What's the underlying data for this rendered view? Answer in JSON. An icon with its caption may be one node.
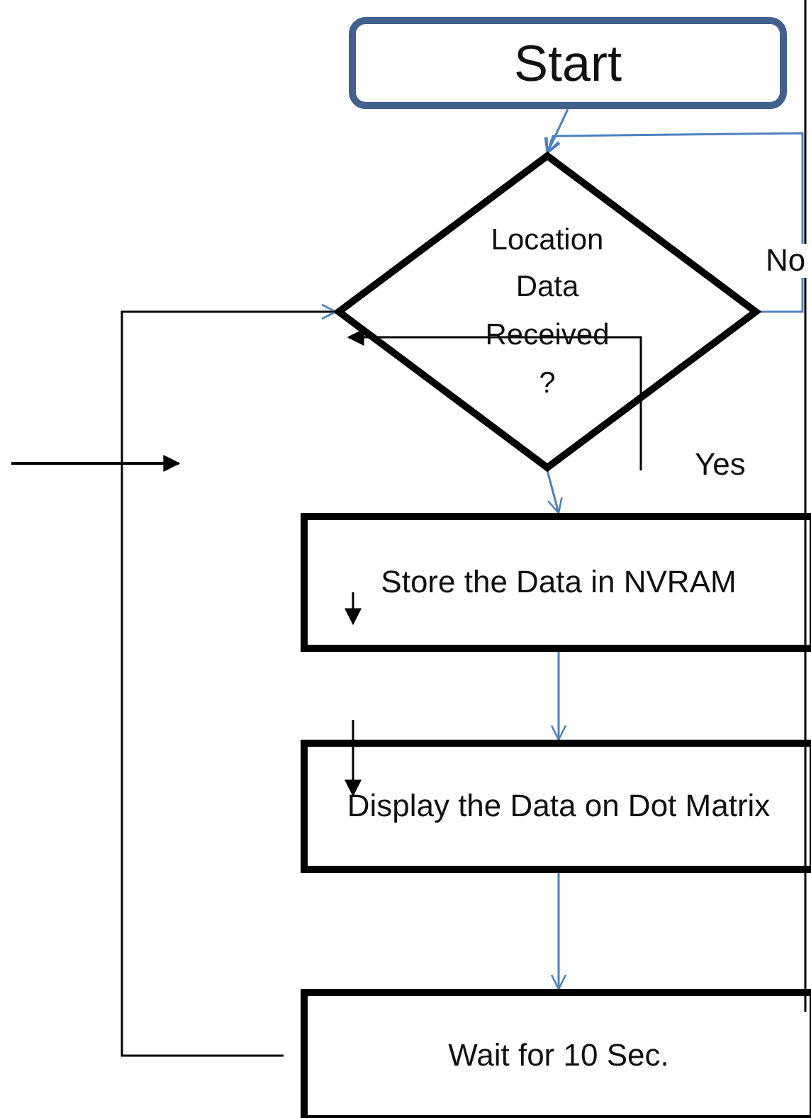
{
  "diagram": {
    "nodes": [
      {
        "text": [
          "Start"
        ]
      },
      {
        "text": [
          "Location Data Received ?"
        ]
      },
      {
        "text": [
          "Store the Data in NVRAM"
        ]
      },
      {
        "text": [
          "Display the Data on Dot Matrix"
        ]
      },
      {
        "text": [
          "Wait for 10 Sec."
        ]
      }
    ],
    "edges": [
      {
        "from": 0,
        "to": 1,
        "arrow": "to"
      },
      {
        "from": 1,
        "to": 2,
        "arrow": "to",
        "label": "Yes"
      },
      {
        "from": 2,
        "to": 3,
        "arrow": "to"
      },
      {
        "from": 3,
        "to": 4,
        "arrow": "to"
      },
      {
        "from": 4,
        "to": 1,
        "arrow": "to",
        "color": "#000000"
      },
      {
        "from": 1,
        "to": 1,
        "arrow": "to",
        "label": "No"
      }
    ]
  }
}
